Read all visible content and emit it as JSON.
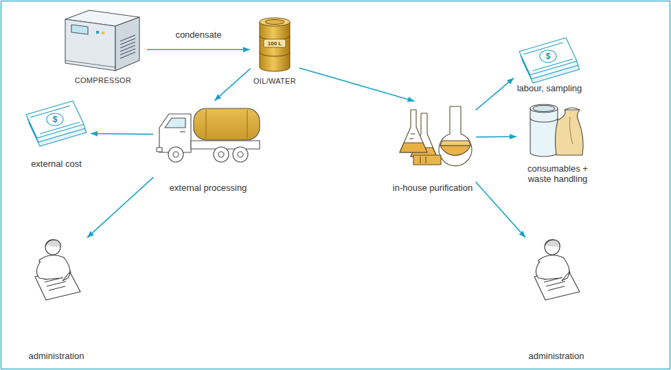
{
  "diagram": {
    "nodes": [
      {
        "text": [
          "COMPRESSOR"
        ]
      },
      {
        "text": [
          "OIL/WATER"
        ]
      },
      {
        "text": [
          "external processing"
        ]
      },
      {
        "text": [
          "in-house purification"
        ]
      },
      {
        "text": [
          "external cost"
        ]
      },
      {
        "text": [
          "administration"
        ]
      },
      {
        "text": [
          "labour, sampling"
        ]
      },
      {
        "text": [
          "consumables + waste handling"
        ]
      },
      {
        "text": [
          "administration"
        ]
      }
    ],
    "edges": [
      {
        "from": 0,
        "to": 1,
        "label": "condensate",
        "arrow": "to"
      },
      {
        "from": 1,
        "to": 2,
        "arrow": "to"
      },
      {
        "from": 1,
        "to": 3,
        "arrow": "to"
      },
      {
        "from": 2,
        "to": 4,
        "arrow": "to"
      },
      {
        "from": 2,
        "to": 5,
        "arrow": "to"
      },
      {
        "from": 3,
        "to": 6,
        "arrow": "to"
      },
      {
        "from": 3,
        "to": 7,
        "arrow": "to"
      },
      {
        "from": 3,
        "to": 8,
        "arrow": "to"
      }
    ],
    "labels": [
      "100 L",
      "$",
      "$"
    ]
  }
}
